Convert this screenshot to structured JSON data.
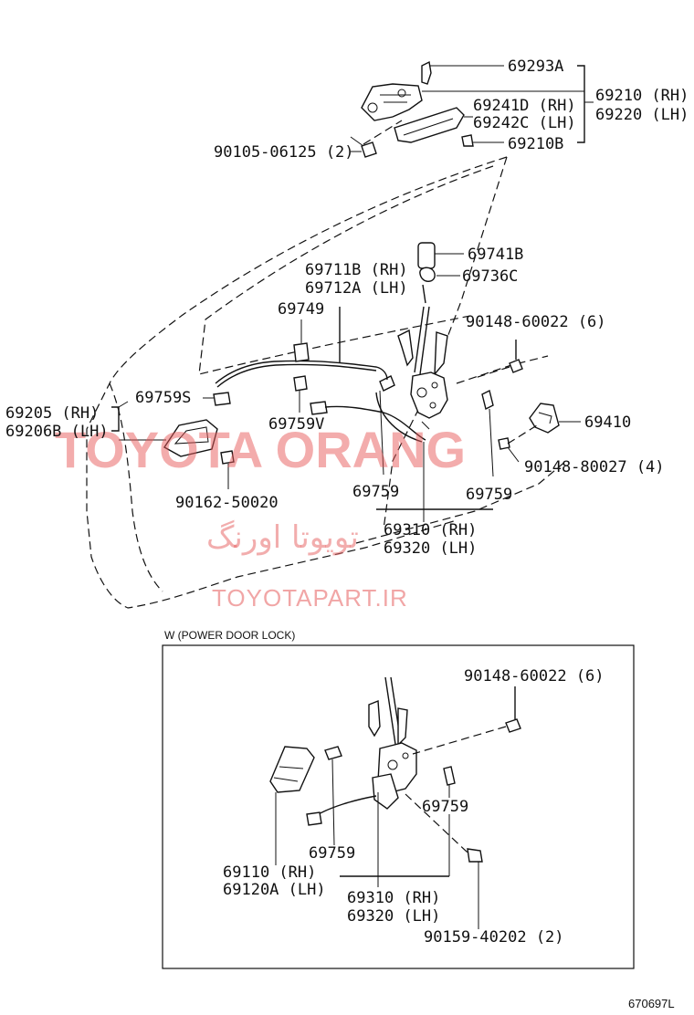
{
  "labels": {
    "p69293A": "69293A",
    "p69210RH": "69210 (RH)",
    "p69220LH": "69220 (LH)",
    "p69241D": "69241D (RH)",
    "p69242C": "69242C (LH)",
    "p69210B": "69210B",
    "p90105": "90105-06125 (2)",
    "p69741B": "69741B",
    "p69711B": "69711B (RH)",
    "p69712A": "69712A (LH)",
    "p69736C": "69736C",
    "p69749": "69749",
    "p90148a": "90148-60022 (6)",
    "p69205": "69205 (RH)",
    "p69206B": "69206B (LH)",
    "p69759S": "69759S",
    "p69759V": "69759V",
    "p69410": "69410",
    "p90148b": "90148-80027 (4)",
    "p90162": "90162-50020",
    "p69759a": "69759",
    "p69759b": "69759",
    "p69310a": "69310 (RH)",
    "p69320a": "69320 (LH)"
  },
  "inset": {
    "title": "W (POWER DOOR LOCK)",
    "p90148c": "90148-60022 (6)",
    "p69759c": "69759",
    "p69759d": "69759",
    "p69110": "69110  (RH)",
    "p69120A": "69120A (LH)",
    "p69310b": "69310 (RH)",
    "p69320b": "69320 (LH)",
    "p90159": "90159-40202 (2)"
  },
  "watermark": {
    "brand": "TOYOTA ORANG",
    "persian": "تویوتا اورنگ",
    "site": "TOYOTAPART.IR"
  },
  "figure_id": "670697L"
}
